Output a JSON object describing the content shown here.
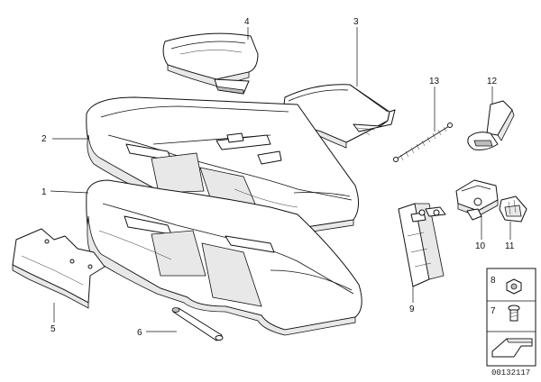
{
  "callouts": {
    "c1": "1",
    "c2": "2",
    "c3": "3",
    "c4": "4",
    "c5": "5",
    "c6": "6",
    "c7": "7",
    "c8": "8",
    "c9": "9",
    "c10": "10",
    "c11": "11",
    "c12": "12",
    "c13": "13"
  },
  "document_number": "00132117"
}
